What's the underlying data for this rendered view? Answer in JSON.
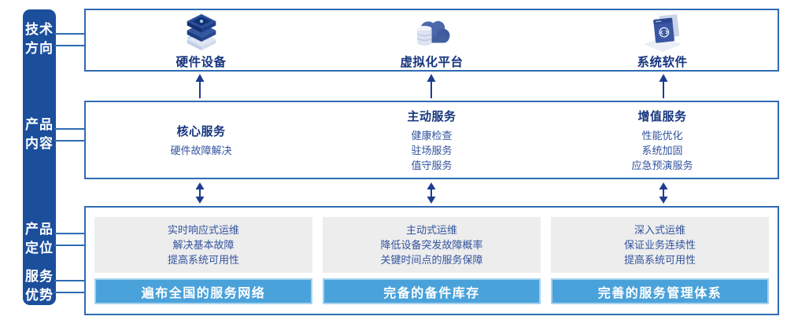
{
  "sidebar": {
    "items": [
      {
        "label": "技术\n方向"
      },
      {
        "label": "产品\n内容"
      },
      {
        "label": "产品\n定位"
      },
      {
        "label": "服务\n优势"
      }
    ]
  },
  "tech_row": {
    "items": [
      {
        "label": "硬件设备",
        "icon": "server-stack-icon"
      },
      {
        "label": "虚拟化平台",
        "icon": "cloud-database-icon"
      },
      {
        "label": "系统软件",
        "icon": "code-window-icon"
      }
    ]
  },
  "service_row": {
    "columns": [
      {
        "title": "核心服务",
        "items": [
          "硬件故障解决"
        ]
      },
      {
        "title": "主动服务",
        "items": [
          "健康检查",
          "驻场服务",
          "值守服务"
        ]
      },
      {
        "title": "增值服务",
        "items": [
          "性能优化",
          "系统加固",
          "应急预演服务"
        ]
      }
    ]
  },
  "position_row": {
    "columns": [
      {
        "lines": [
          "实时响应式运维",
          "解决基本故障",
          "提高系统可用性"
        ],
        "bar": "遍布全国的服务网络"
      },
      {
        "lines": [
          "主动式运维",
          "降低设备突发故障概率",
          "关键时间点的服务保障"
        ],
        "bar": "完备的备件库存"
      },
      {
        "lines": [
          "深入式运维",
          "保证业务连续性",
          "提高系统可用性"
        ],
        "bar": "完善的服务管理体系"
      }
    ]
  },
  "colors": {
    "sidebar_bg": "#1b4f9c",
    "box_border": "#2e6cb3",
    "title_text": "#16357e",
    "body_text": "#33539e",
    "bar_bg": "#4aa2da",
    "bar_border": "#a6d2ee",
    "gray_bg": "#ededed",
    "arrow": "#1e3c8f"
  }
}
